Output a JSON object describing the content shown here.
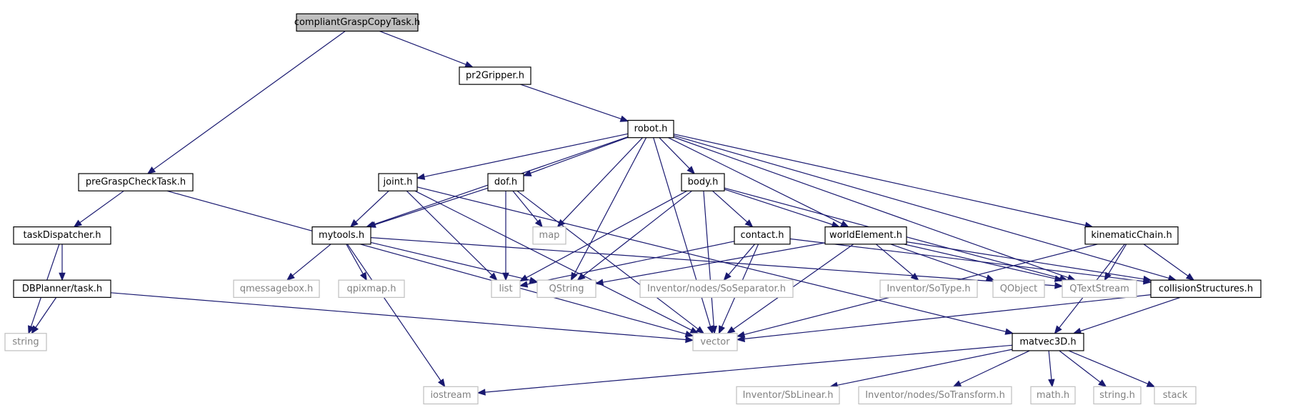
{
  "graph": {
    "colors": {
      "edge": "#191970",
      "root_fill": "#bfbfbf",
      "local_border": "#000000",
      "system_border": "#bfbfbf",
      "system_text": "#808080"
    },
    "nodes": [
      {
        "id": "compliantGraspCopyTask",
        "label": "compliantGraspCopyTask.h",
        "kind": "root"
      },
      {
        "id": "pr2Gripper",
        "label": "pr2Gripper.h",
        "kind": "local"
      },
      {
        "id": "robot",
        "label": "robot.h",
        "kind": "local"
      },
      {
        "id": "preGraspCheckTask",
        "label": "preGraspCheckTask.h",
        "kind": "local"
      },
      {
        "id": "taskDispatcher",
        "label": "taskDispatcher.h",
        "kind": "local"
      },
      {
        "id": "DBPlannerTask",
        "label": "DBPlanner/task.h",
        "kind": "local"
      },
      {
        "id": "string",
        "label": "string",
        "kind": "system"
      },
      {
        "id": "joint",
        "label": "joint.h",
        "kind": "local"
      },
      {
        "id": "dof",
        "label": "dof.h",
        "kind": "local"
      },
      {
        "id": "body",
        "label": "body.h",
        "kind": "local"
      },
      {
        "id": "mytools",
        "label": "mytools.h",
        "kind": "local"
      },
      {
        "id": "map",
        "label": "map",
        "kind": "system"
      },
      {
        "id": "contact",
        "label": "contact.h",
        "kind": "local"
      },
      {
        "id": "worldElement",
        "label": "worldElement.h",
        "kind": "local"
      },
      {
        "id": "kinematicChain",
        "label": "kinematicChain.h",
        "kind": "local"
      },
      {
        "id": "qmessagebox",
        "label": "qmessagebox.h",
        "kind": "system"
      },
      {
        "id": "qpixmap",
        "label": "qpixmap.h",
        "kind": "system"
      },
      {
        "id": "list",
        "label": "list",
        "kind": "system"
      },
      {
        "id": "QString",
        "label": "QString",
        "kind": "system"
      },
      {
        "id": "SoSeparator",
        "label": "Inventor/nodes/SoSeparator.h",
        "kind": "system"
      },
      {
        "id": "SoType",
        "label": "Inventor/SoType.h",
        "kind": "system"
      },
      {
        "id": "QObject",
        "label": "QObject",
        "kind": "system"
      },
      {
        "id": "QTextStream",
        "label": "QTextStream",
        "kind": "system"
      },
      {
        "id": "collisionStructures",
        "label": "collisionStructures.h",
        "kind": "local"
      },
      {
        "id": "vector",
        "label": "vector",
        "kind": "system"
      },
      {
        "id": "matvec3D",
        "label": "matvec3D.h",
        "kind": "local"
      },
      {
        "id": "iostream",
        "label": "iostream",
        "kind": "system"
      },
      {
        "id": "SbLinear",
        "label": "Inventor/SbLinear.h",
        "kind": "system"
      },
      {
        "id": "SoTransform",
        "label": "Inventor/nodes/SoTransform.h",
        "kind": "system"
      },
      {
        "id": "math",
        "label": "math.h",
        "kind": "system"
      },
      {
        "id": "stringh",
        "label": "string.h",
        "kind": "system"
      },
      {
        "id": "stack",
        "label": "stack",
        "kind": "system"
      }
    ],
    "edges": [
      {
        "from": "compliantGraspCopyTask",
        "to": "pr2Gripper"
      },
      {
        "from": "compliantGraspCopyTask",
        "to": "preGraspCheckTask"
      },
      {
        "from": "pr2Gripper",
        "to": "robot"
      },
      {
        "from": "preGraspCheckTask",
        "to": "taskDispatcher"
      },
      {
        "from": "preGraspCheckTask",
        "to": "vector"
      },
      {
        "from": "taskDispatcher",
        "to": "DBPlannerTask"
      },
      {
        "from": "taskDispatcher",
        "to": "string"
      },
      {
        "from": "DBPlannerTask",
        "to": "string"
      },
      {
        "from": "DBPlannerTask",
        "to": "vector"
      },
      {
        "from": "robot",
        "to": "joint"
      },
      {
        "from": "robot",
        "to": "dof"
      },
      {
        "from": "robot",
        "to": "body"
      },
      {
        "from": "robot",
        "to": "mytools"
      },
      {
        "from": "robot",
        "to": "map"
      },
      {
        "from": "robot",
        "to": "QString"
      },
      {
        "from": "robot",
        "to": "worldElement"
      },
      {
        "from": "robot",
        "to": "QTextStream"
      },
      {
        "from": "robot",
        "to": "kinematicChain"
      },
      {
        "from": "robot",
        "to": "collisionStructures"
      },
      {
        "from": "robot",
        "to": "vector"
      },
      {
        "from": "joint",
        "to": "mytools"
      },
      {
        "from": "joint",
        "to": "list"
      },
      {
        "from": "joint",
        "to": "vector"
      },
      {
        "from": "joint",
        "to": "matvec3D"
      },
      {
        "from": "dof",
        "to": "mytools"
      },
      {
        "from": "dof",
        "to": "map"
      },
      {
        "from": "dof",
        "to": "list"
      },
      {
        "from": "dof",
        "to": "vector"
      },
      {
        "from": "body",
        "to": "contact"
      },
      {
        "from": "body",
        "to": "worldElement"
      },
      {
        "from": "body",
        "to": "list"
      },
      {
        "from": "body",
        "to": "QString"
      },
      {
        "from": "body",
        "to": "vector"
      },
      {
        "from": "body",
        "to": "QTextStream"
      },
      {
        "from": "mytools",
        "to": "qmessagebox"
      },
      {
        "from": "mytools",
        "to": "qpixmap"
      },
      {
        "from": "mytools",
        "to": "QString"
      },
      {
        "from": "mytools",
        "to": "QTextStream"
      },
      {
        "from": "mytools",
        "to": "iostream"
      },
      {
        "from": "contact",
        "to": "list"
      },
      {
        "from": "contact",
        "to": "SoSeparator"
      },
      {
        "from": "contact",
        "to": "vector"
      },
      {
        "from": "contact",
        "to": "collisionStructures"
      },
      {
        "from": "worldElement",
        "to": "QString"
      },
      {
        "from": "worldElement",
        "to": "SoType"
      },
      {
        "from": "worldElement",
        "to": "QObject"
      },
      {
        "from": "worldElement",
        "to": "QTextStream"
      },
      {
        "from": "worldElement",
        "to": "collisionStructures"
      },
      {
        "from": "worldElement",
        "to": "vector"
      },
      {
        "from": "kinematicChain",
        "to": "QTextStream"
      },
      {
        "from": "kinematicChain",
        "to": "collisionStructures"
      },
      {
        "from": "kinematicChain",
        "to": "vector"
      },
      {
        "from": "kinematicChain",
        "to": "matvec3D"
      },
      {
        "from": "collisionStructures",
        "to": "vector"
      },
      {
        "from": "collisionStructures",
        "to": "matvec3D"
      },
      {
        "from": "matvec3D",
        "to": "iostream"
      },
      {
        "from": "matvec3D",
        "to": "SbLinear"
      },
      {
        "from": "matvec3D",
        "to": "SoTransform"
      },
      {
        "from": "matvec3D",
        "to": "math"
      },
      {
        "from": "matvec3D",
        "to": "stringh"
      },
      {
        "from": "matvec3D",
        "to": "stack"
      }
    ]
  }
}
